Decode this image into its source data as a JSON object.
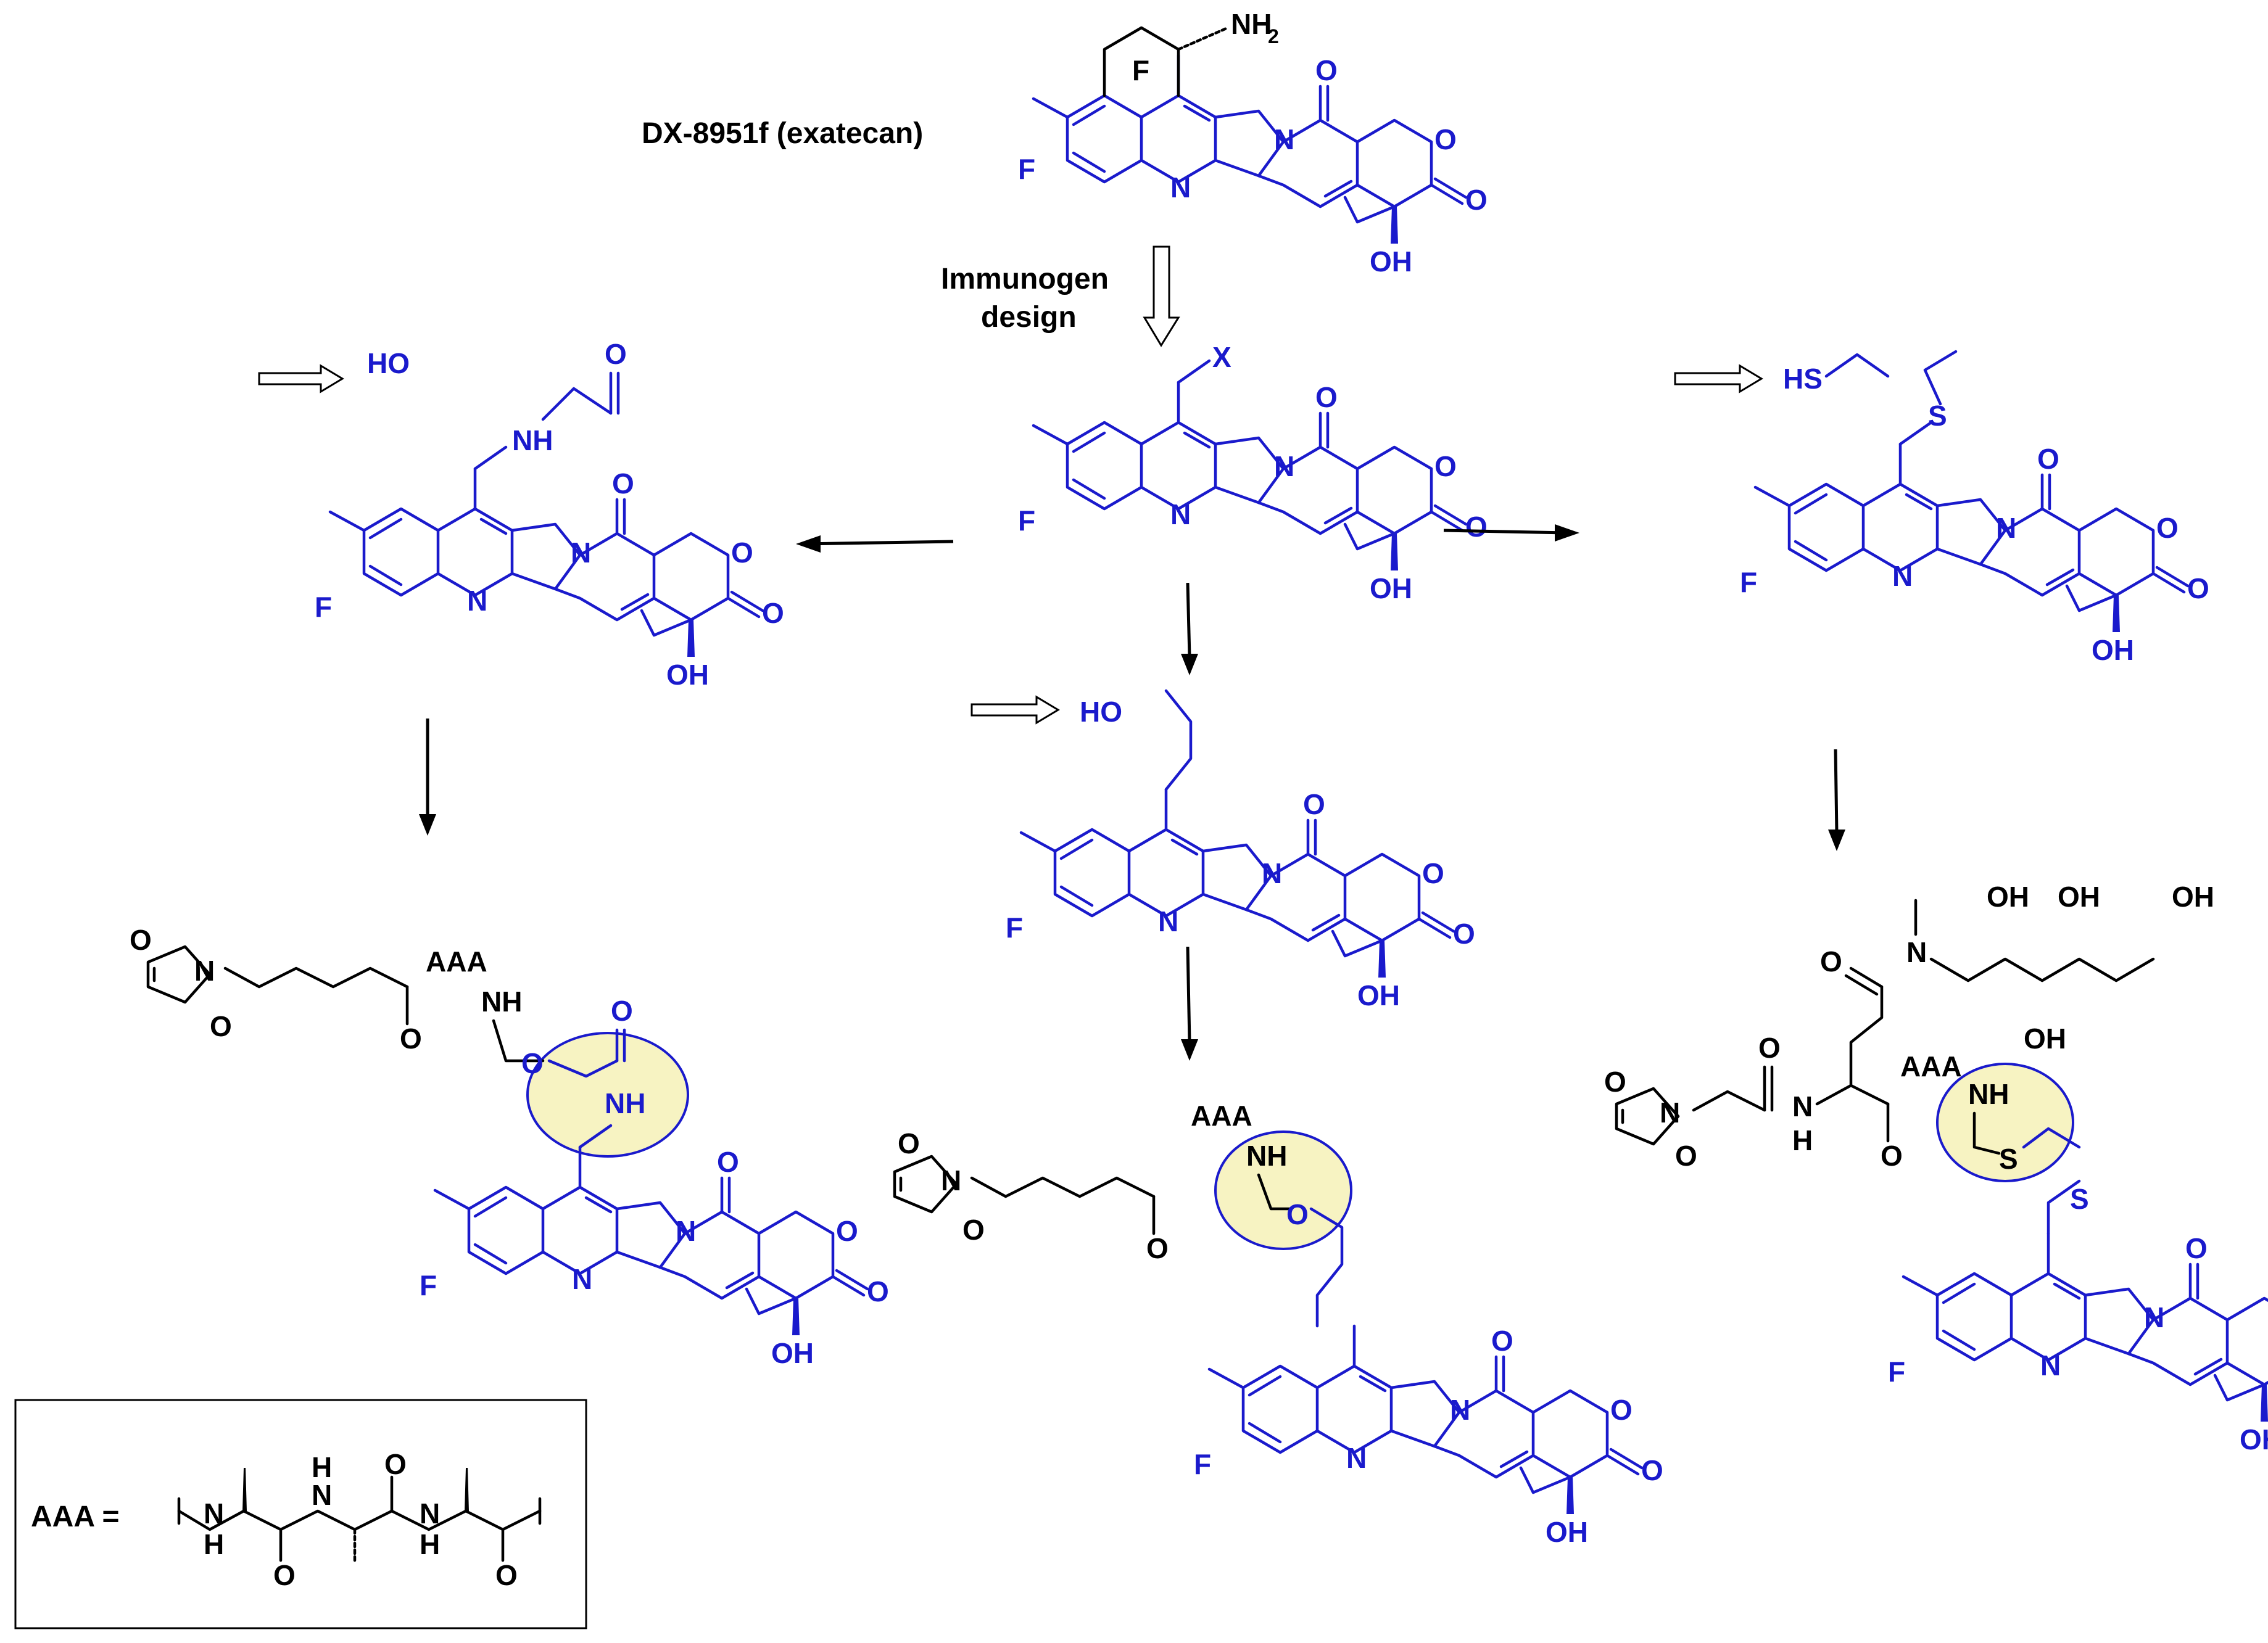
{
  "labels": {
    "title": "DX-8951f (exatecan)",
    "immunogen_line1": "Immunogen",
    "immunogen_line2": "design",
    "aaa_definition": "AAA =",
    "aaa_token": "AAA"
  },
  "atoms": {
    "N": "N",
    "O": "O",
    "F": "F",
    "S": "S",
    "X": "X",
    "NH": "NH",
    "NH2": "NH",
    "NH2_sub": "2",
    "H": "H",
    "OH": "OH",
    "HO": "HO",
    "HS": "HS",
    "ring_F": "F"
  },
  "colors": {
    "camptothecin_core": "#1a1acc",
    "linker": "#000000",
    "highlight_fill": "#f7f3c2"
  }
}
